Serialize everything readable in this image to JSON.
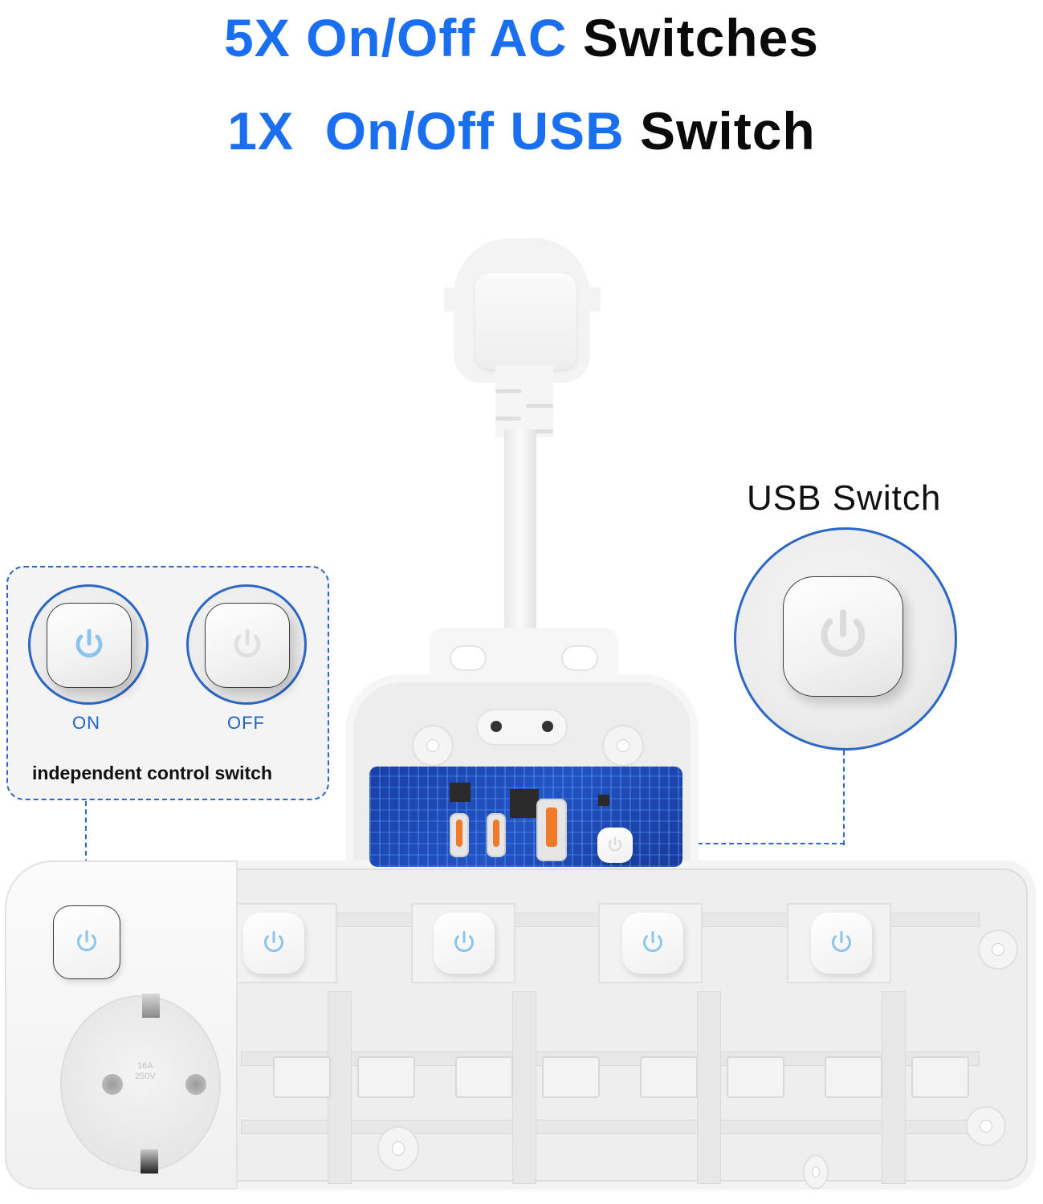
{
  "headline": {
    "line1": {
      "count": "5X",
      "feature": "On/Off AC",
      "noun": "Switches"
    },
    "line2": {
      "count": "1X",
      "feature": "On/Off USB",
      "noun": "Switch"
    }
  },
  "callouts": {
    "usb_switch": {
      "label": "USB Switch",
      "icon": "power-icon"
    },
    "independent": {
      "caption": "independent control switch",
      "states": [
        {
          "label": "ON",
          "icon": "power-icon",
          "icon_color": "#8cc4f0"
        },
        {
          "label": "OFF",
          "icon": "power-icon",
          "icon_color": "#dedede"
        }
      ]
    }
  },
  "device": {
    "ac_switches": [
      {
        "index": 1,
        "icon": "power-icon"
      },
      {
        "index": 2,
        "icon": "power-icon"
      },
      {
        "index": 3,
        "icon": "power-icon"
      },
      {
        "index": 4,
        "icon": "power-icon"
      },
      {
        "index": 5,
        "icon": "power-icon"
      }
    ],
    "usb_ports": [
      {
        "type": "USB-C"
      },
      {
        "type": "USB-C"
      },
      {
        "type": "USB-A"
      }
    ],
    "socket_rating": {
      "current": "16A",
      "voltage": "250V"
    }
  },
  "colors": {
    "accent_blue": "#1a6ff0",
    "dash_blue": "#2a67c6",
    "label_blue": "#1f63c4",
    "power_icon_on": "#8cc4f0",
    "usb_port_orange": "#f07a28",
    "pcb_blue": "#2353c4"
  }
}
